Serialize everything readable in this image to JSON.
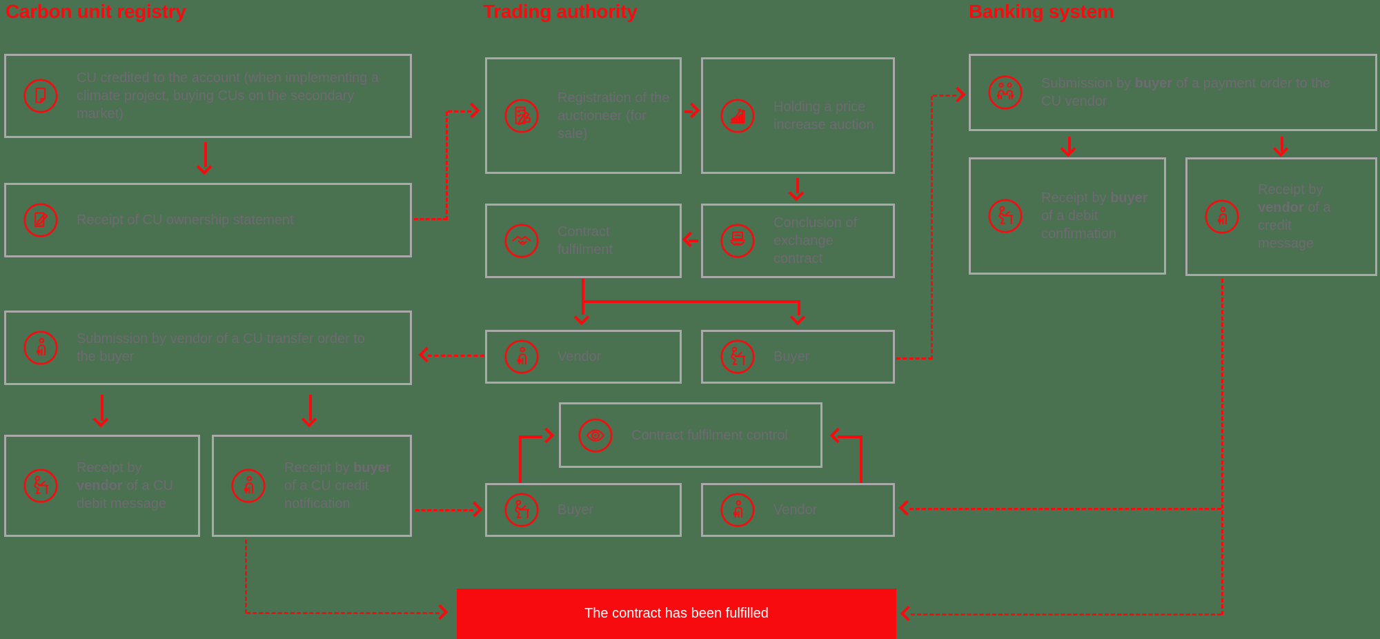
{
  "colors": {
    "accent_red": "#f80b0f",
    "box_border": "#a9a9a9",
    "box_text": "#6f6a73",
    "background_green": "#4a7150",
    "banner_bg": "#f80b0f",
    "banner_text": "#ffffff"
  },
  "columns": {
    "registry": {
      "title": "Carbon unit registry"
    },
    "trading": {
      "title": "Trading authority"
    },
    "banking": {
      "title": "Banking system"
    }
  },
  "registry": {
    "cu_credited": {
      "icon": "document-icon",
      "text": "CU credited to the account (when implementing a climate project, buying CUs on the secondary market)"
    },
    "ownership_statement": {
      "icon": "pen-document-icon",
      "text": "Receipt of CU ownership statement"
    },
    "transfer_order": {
      "icon": "vendor-person-icon",
      "text": "Submission by vendor of a CU transfer order to the buyer"
    },
    "debit_message": {
      "icon": "person-desk-icon",
      "text": "Receipt by <b>vendor</b> of a CU debit message"
    },
    "credit_notification": {
      "icon": "vendor-person-icon",
      "text": "Receipt by <b>buyer</b> of a CU credit notification"
    }
  },
  "trading": {
    "registration": {
      "icon": "registration-icon",
      "text": "Registration of the auctioneer (for sale)"
    },
    "auction": {
      "icon": "auction-chart-icon",
      "text": "Holding a price increase auction"
    },
    "conclusion": {
      "icon": "exchange-contract-icon",
      "text": "Conclusion of exchange contract"
    },
    "fulfilment": {
      "icon": "handshake-icon",
      "text": "Contract fulfilment"
    },
    "vendor_mid": {
      "icon": "vendor-person-icon",
      "text": "Vendor"
    },
    "buyer_mid": {
      "icon": "person-desk-icon",
      "text": "Buyer"
    },
    "control": {
      "icon": "eye-icon",
      "text": "Contract fulfilment control"
    },
    "buyer_bottom": {
      "icon": "person-desk-icon",
      "text": "Buyer"
    },
    "vendor_bottom": {
      "icon": "vendor-person-icon",
      "text": "Vendor"
    }
  },
  "banking": {
    "payment_order": {
      "icon": "people-icon",
      "text": "Submission by <b>buyer</b> of a payment order to the CU vendor"
    },
    "debit_confirmation": {
      "icon": "person-desk-icon",
      "text": "Receipt by <b>buyer</b> of a debit confirmation"
    },
    "credit_message": {
      "icon": "vendor-person-icon",
      "text": "Receipt by <b>vendor</b> of a credit message"
    }
  },
  "banner": {
    "text": "The contract has been fulfilled"
  }
}
